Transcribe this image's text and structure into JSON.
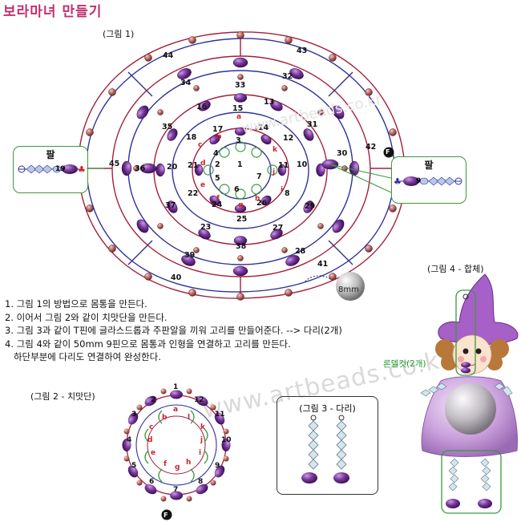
{
  "title": "보라마녀 만들기",
  "figure1": {
    "caption": "(그림 1)",
    "outer_numbers": [
      "44",
      "43",
      "34",
      "33",
      "32",
      "16",
      "15",
      "13",
      "31",
      "35",
      "18",
      "17",
      "3",
      "14",
      "12",
      "30",
      "42",
      "45",
      "36",
      "20",
      "21",
      "2",
      "1",
      "10",
      "11",
      "19",
      "9",
      "4",
      "5",
      "6",
      "7",
      "22",
      "24",
      "25",
      "26",
      "8",
      "29",
      "37",
      "23",
      "38",
      "27",
      "39",
      "28",
      "40",
      "41"
    ],
    "letters": [
      "a",
      "b",
      "c",
      "d",
      "e",
      "f",
      "g",
      "h",
      "i",
      "j",
      "k",
      "l"
    ],
    "finish_marker": "F",
    "bead_size": "8mm"
  },
  "arm_left": {
    "title": "팔",
    "number": "19"
  },
  "arm_right": {
    "title": "팔",
    "number": "9"
  },
  "steps": [
    "1. 그림 1의 방법으로 몸통을 만든다.",
    "2. 이어서 그림 2와 같이 치맛단을 만든다.",
    "3. 그림 3과 같이 T핀에 글라스드롭과 주판알을 끼워 고리를 만들어준다. --> 다리(2개)",
    "4. 그림 4와 같이 50mm 9핀으로 몸통과 인형을 연결하고 고리를 만든다.",
    "   하단부분에 다리도 연결하여 완성한다."
  ],
  "figure2": {
    "caption": "(그림 2 - 치맛단)",
    "numbers": [
      "1",
      "2",
      "3",
      "4",
      "5",
      "6",
      "7",
      "8",
      "9",
      "10",
      "11",
      "12"
    ],
    "letters": [
      "a",
      "b",
      "c",
      "d",
      "e",
      "f",
      "g",
      "h",
      "i",
      "j",
      "k",
      "l"
    ],
    "finish_marker": "F"
  },
  "figure3": {
    "caption": "(그림 3 - 다리)"
  },
  "figure4": {
    "caption": "(그림 4 - 합체)",
    "rondelle_label": "론델컷(2개)"
  },
  "watermark": "www.artbeads.co.kr",
  "colors": {
    "title": "#c0306e",
    "bead_purple": "#6a2a8c",
    "wire_red": "#a2203c",
    "wire_blue": "#30309a",
    "accent_green": "#3a9a3a"
  }
}
